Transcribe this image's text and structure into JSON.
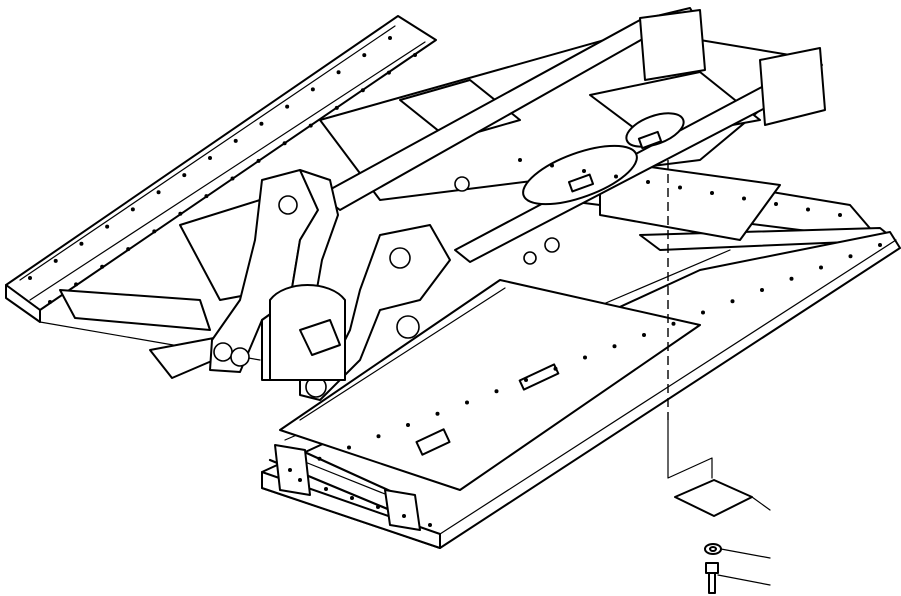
{
  "figure": {
    "subject": "excavator-revolving-frame",
    "callouts": [
      {
        "id": "cover-plate"
      },
      {
        "id": "washer"
      },
      {
        "id": "bolt"
      }
    ]
  },
  "colors": {
    "ink": "#000000",
    "paper": "#ffffff"
  }
}
